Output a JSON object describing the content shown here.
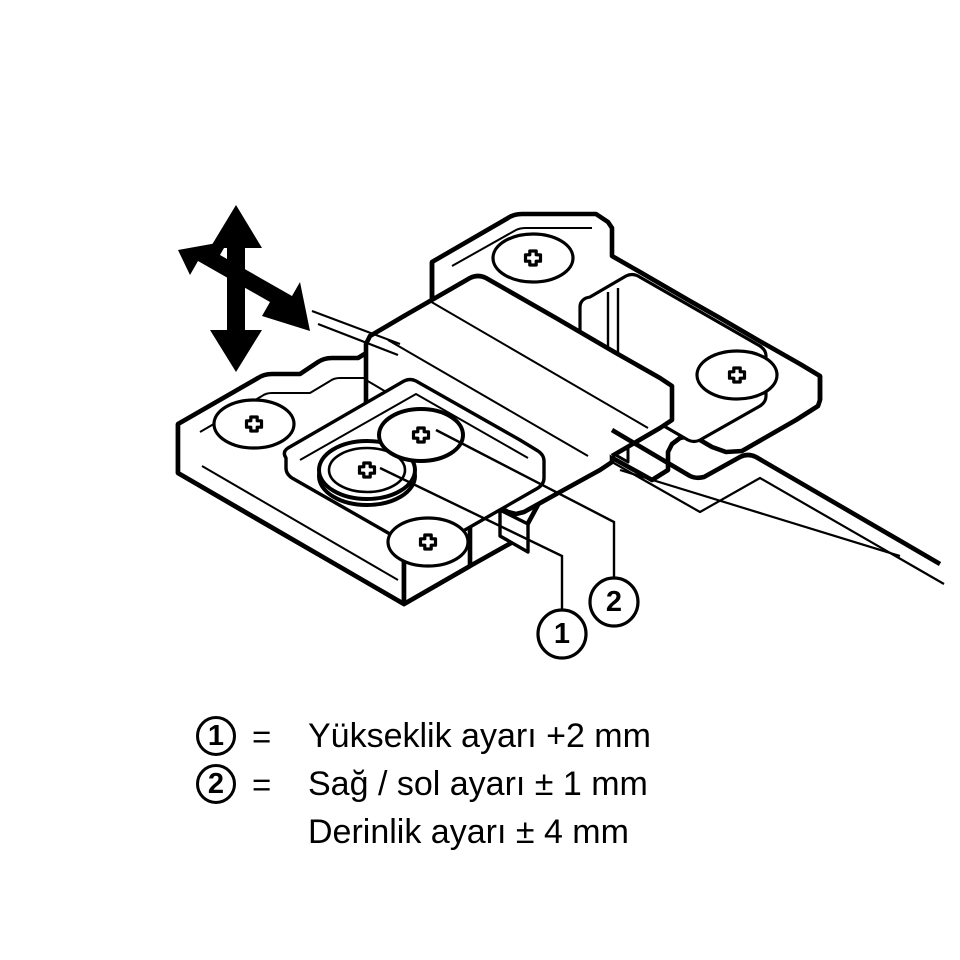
{
  "figure": {
    "kind": "technical-line-drawing",
    "subject": "cabinet hinge mounting plate adjustment diagram",
    "background_color": "#ffffff",
    "line_color": "#000000"
  },
  "callouts": [
    {
      "id": "1",
      "label": "1"
    },
    {
      "id": "2",
      "label": "2"
    }
  ],
  "adjustment_arrows": {
    "name": "height-and-side-adjustment-arrows",
    "directions": [
      "up",
      "down",
      "left",
      "right"
    ]
  },
  "legend": {
    "rows": [
      {
        "marker": "1",
        "equals": "=",
        "text": "Yükseklik ayarı +2 mm"
      },
      {
        "marker": "2",
        "equals": "=",
        "text": "Sağ / sol ayarı ± 1 mm"
      },
      {
        "marker": "",
        "equals": "",
        "text": "Derinlik ayarı ± 4 mm"
      }
    ]
  },
  "hinge_parts": {
    "base_plate": "mounting base plate",
    "upper_plate": "upper cam plate",
    "hinge_arm": "hinge arm",
    "adjust_screw_front": "depth adjustment screw",
    "adjust_screw_rear": "side adjustment screw",
    "mount_screws": [
      "front-left mounting screw",
      "front-right mounting screw",
      "rear-left mounting screw",
      "rear-right mounting screw"
    ]
  }
}
